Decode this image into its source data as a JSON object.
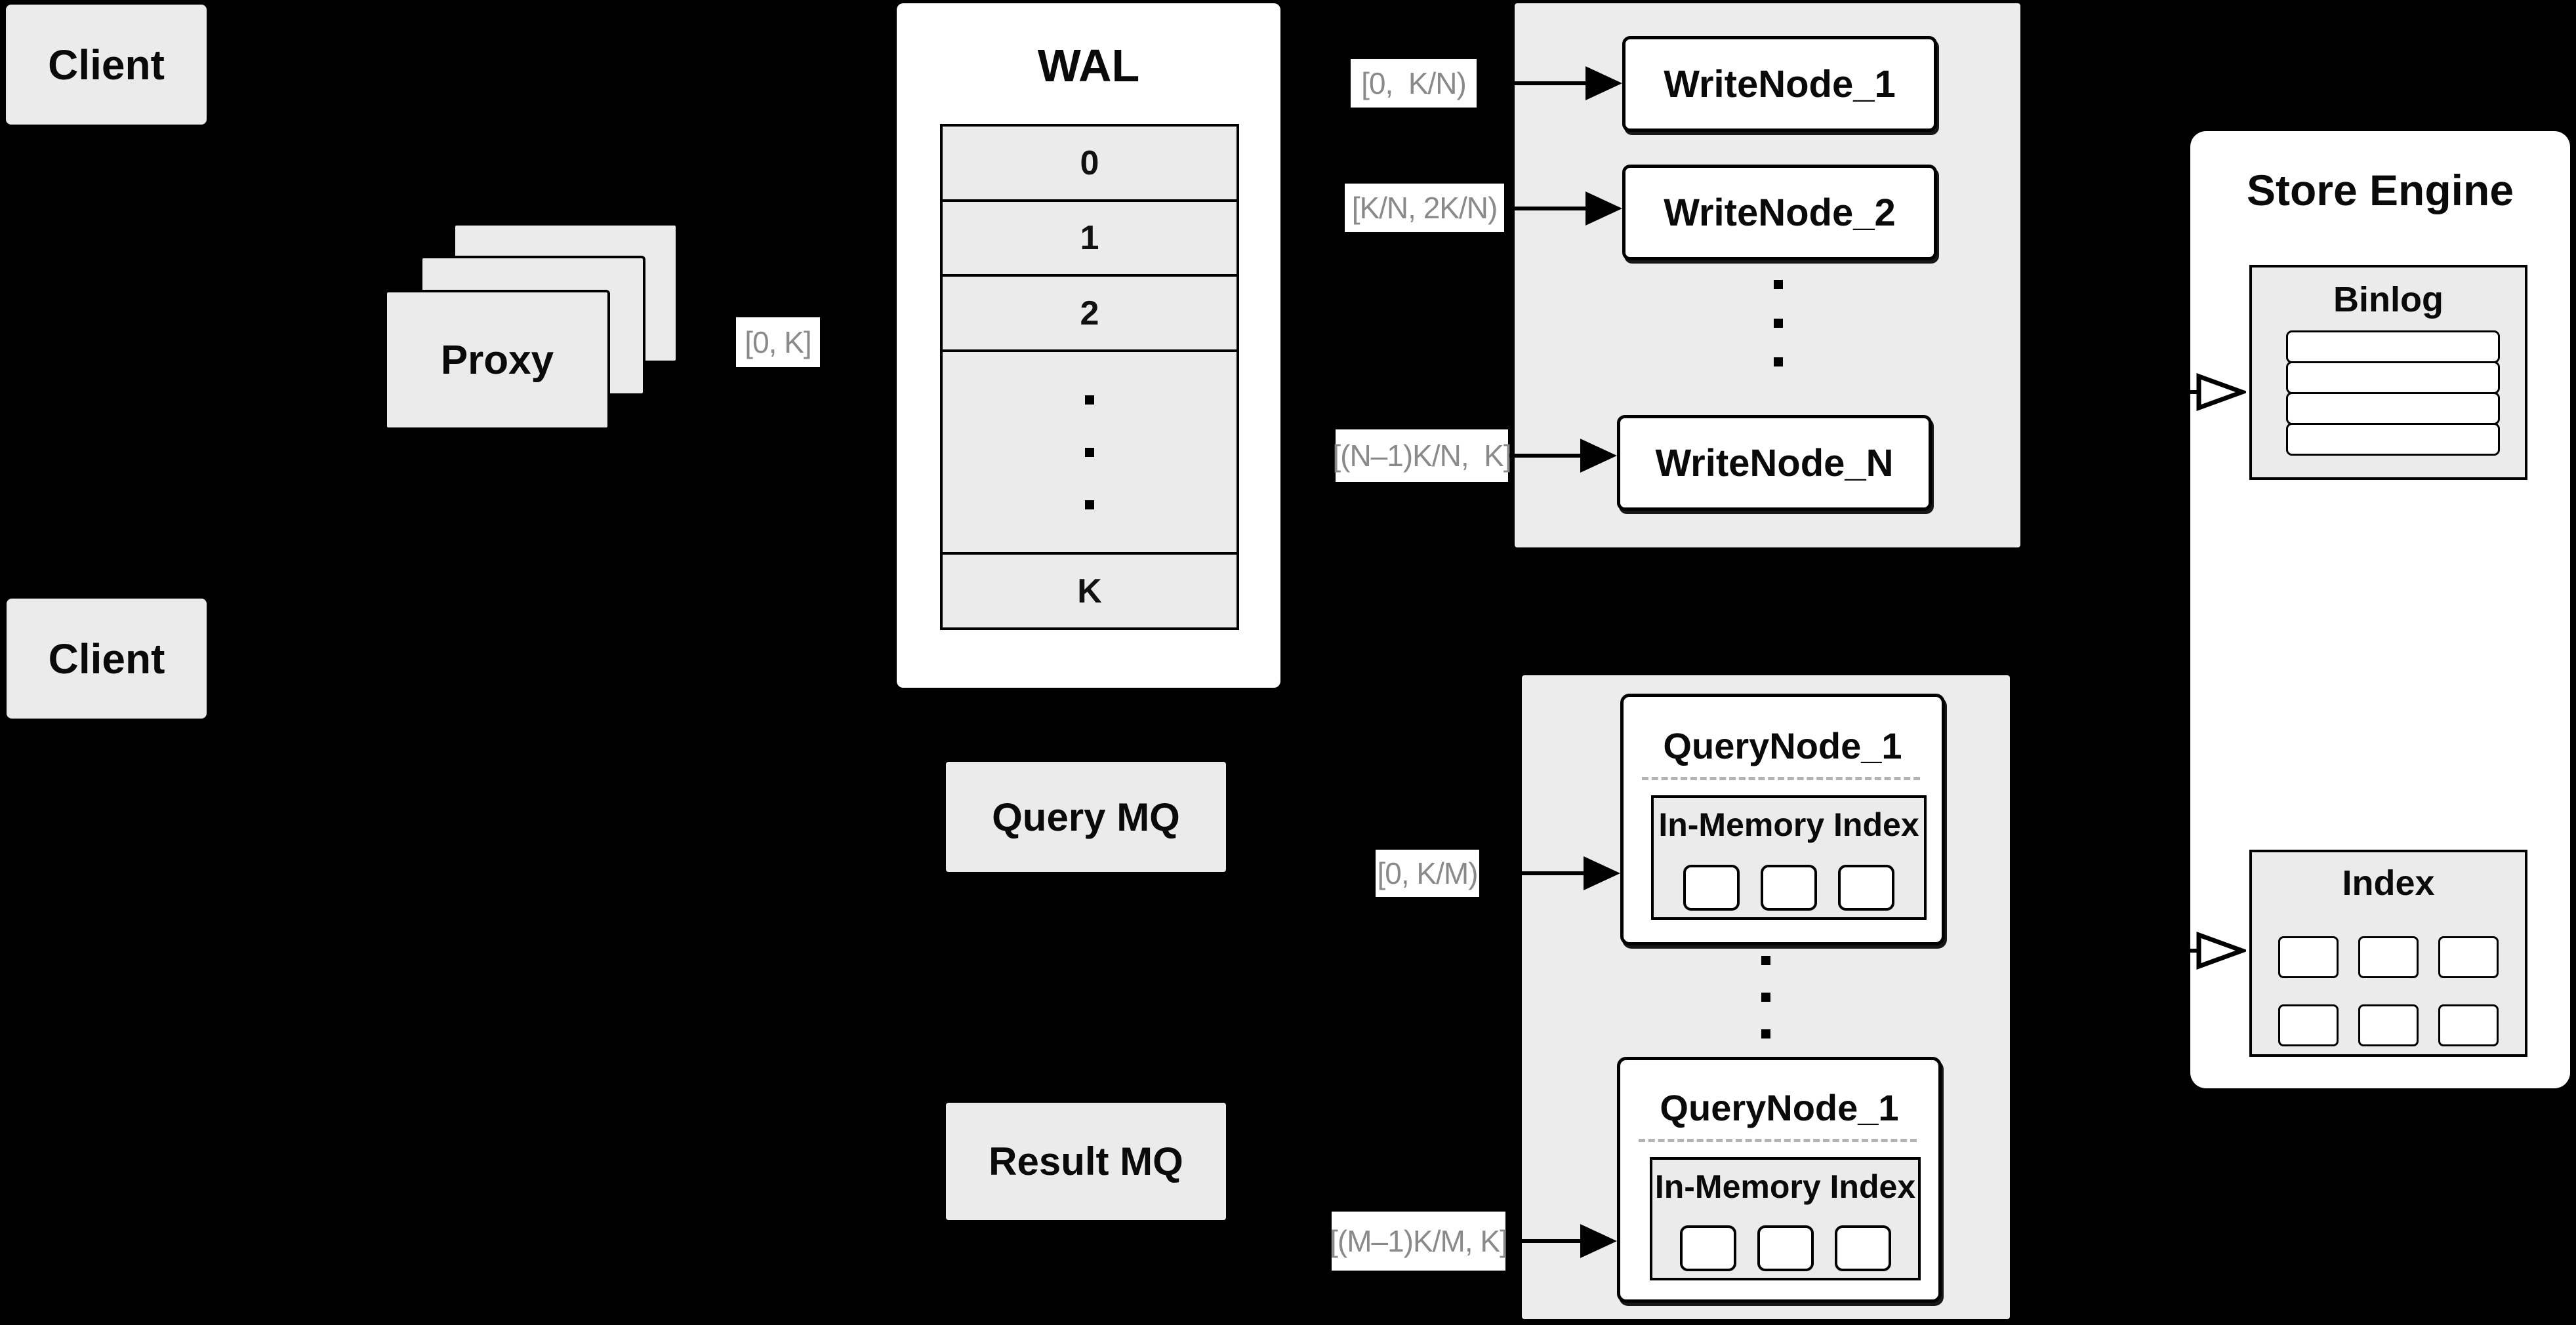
{
  "clients": {
    "top": "Client",
    "bottom": "Client"
  },
  "proxy": {
    "label": "Proxy",
    "range": "[0, K]"
  },
  "wal": {
    "title": "WAL",
    "slots": [
      "0",
      "1",
      "2"
    ],
    "last_slot": "K"
  },
  "write_cluster": {
    "node1": {
      "label": "WriteNode_1",
      "range": "[0,  K/N)"
    },
    "node2": {
      "label": "WriteNode_2",
      "range": "[K/N, 2K/N)"
    },
    "nodeN": {
      "label": "WriteNode_N",
      "range": "[(N–1)K/N,  K]"
    }
  },
  "mq": {
    "query": "Query MQ",
    "result": "Result MQ"
  },
  "query_cluster": {
    "node1": {
      "label": "QueryNode_1",
      "memory_index": "In-Memory Index",
      "range": "[0, K/M)"
    },
    "nodeM": {
      "label": "QueryNode_1",
      "memory_index": "In-Memory Index",
      "range": "[(M–1)K/M, K]"
    }
  },
  "store_engine": {
    "title": "Store Engine",
    "binlog": "Binlog",
    "index": "Index"
  },
  "colors": {
    "background": "#000000",
    "panel_grey": "#ebebeb",
    "container_grey": "#ececec",
    "node_white": "#ffffff",
    "range_text_grey": "#8a8a8a",
    "line_black": "#000000"
  }
}
